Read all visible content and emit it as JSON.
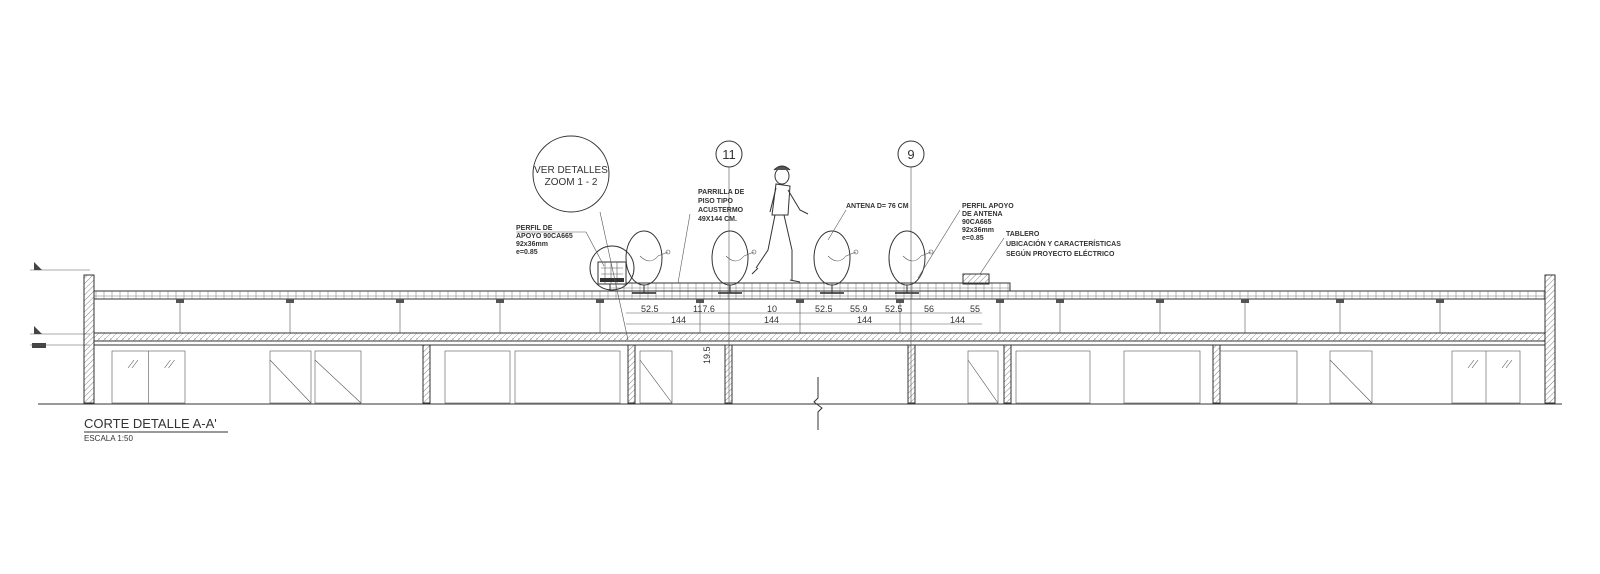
{
  "drawing": {
    "title": "CORTE DETALLE  A-A'",
    "scale": "ESCALA 1:50",
    "detail_callout": [
      "VER DETALLES",
      "ZOOM 1 - 2"
    ],
    "grid_markers": [
      "11",
      "9"
    ],
    "notes": {
      "perfil_de": [
        "PERFIL DE",
        "APOYO 90CA665",
        "92x36mm",
        "e=0.85"
      ],
      "parrilla": [
        "PARRILLA DE",
        "PISO TIPO",
        "ACUSTERMO",
        "49X144 CM."
      ],
      "antena": "ANTENA D= 76 CM",
      "perfil_apoyo": [
        "PERFIL APOYO",
        "DE ANTENA",
        "90CA665",
        "92x36mm",
        "e=0.85"
      ],
      "tablero": [
        "TABLERO",
        "UBICACIÓN Y CARACTERÍSTICAS",
        "SEGÚN PROYECTO ELÉCTRICO"
      ]
    },
    "dimensions_top": [
      "52.5",
      "117.6",
      "10",
      "52.5",
      "55.9",
      "52.5",
      "56",
      "55"
    ],
    "dimensions_bottom": [
      "144",
      "144",
      "144",
      "144"
    ],
    "dimension_vertical": "19.5"
  }
}
